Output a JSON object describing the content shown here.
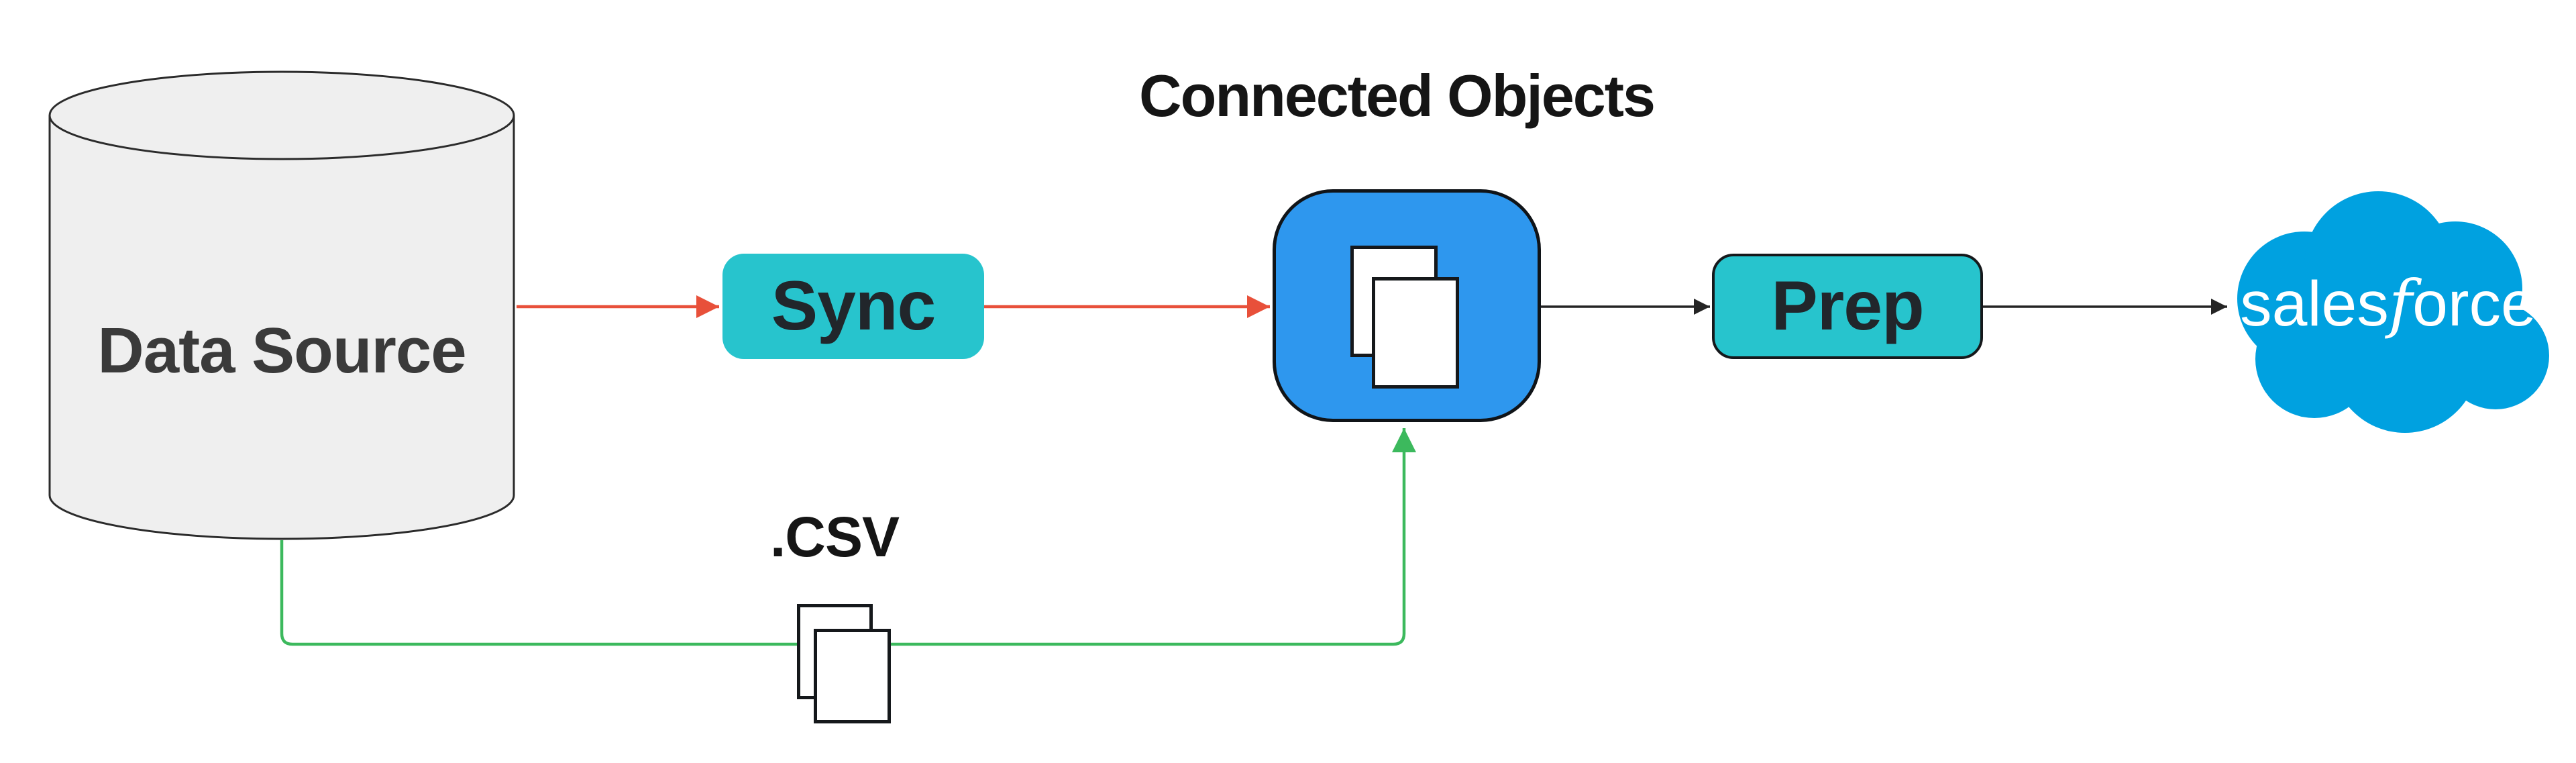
{
  "title": "Connected Objects",
  "colors": {
    "canvas_bg": "#ffffff",
    "cylinder_fill": "#efefef",
    "cylinder_stroke": "#2b2b2b",
    "data_source_text": "#3a3a3a",
    "button_fill": "#27c4cd",
    "button_text": "#21262b",
    "button_border": "#15181b",
    "icon_blue": "#2e97ee",
    "icon_border": "#101418",
    "doc_border": "#15181b",
    "doc_fill": "#ffffff",
    "red_arrow": "#e8503a",
    "black_arrow": "#242424",
    "green_arrow": "#3cb95d",
    "salesforce_blue": "#00a1e0",
    "salesforce_text": "#ffffff",
    "heading_text": "#151515"
  },
  "nodes": {
    "data_source": {
      "label": "Data Source",
      "shape": "cylinder"
    },
    "sync": {
      "label": "Sync",
      "shape": "rounded-button"
    },
    "connected_objects": {
      "label": "Connected Objects",
      "shape": "rounded-square-icon",
      "icon": "stacked-documents-icon"
    },
    "prep": {
      "label": "Prep",
      "shape": "rounded-button"
    },
    "salesforce": {
      "brand_prefix": "sales",
      "brand_f": "f",
      "brand_suffix": "orce",
      "shape": "cloud-logo"
    }
  },
  "annotations": {
    "csv_label": ".CSV",
    "csv_icon": "stacked-documents-icon"
  },
  "edges": [
    {
      "from": "data_source",
      "to": "sync",
      "color": "red",
      "style": "arrow"
    },
    {
      "from": "sync",
      "to": "connected_objects",
      "color": "red",
      "style": "arrow"
    },
    {
      "from": "connected_objects",
      "to": "prep",
      "color": "black",
      "style": "arrow"
    },
    {
      "from": "prep",
      "to": "salesforce",
      "color": "black",
      "style": "arrow"
    },
    {
      "from": "data_source",
      "to": "connected_objects",
      "via": "csv",
      "color": "green",
      "style": "elbow-arrow"
    }
  ]
}
